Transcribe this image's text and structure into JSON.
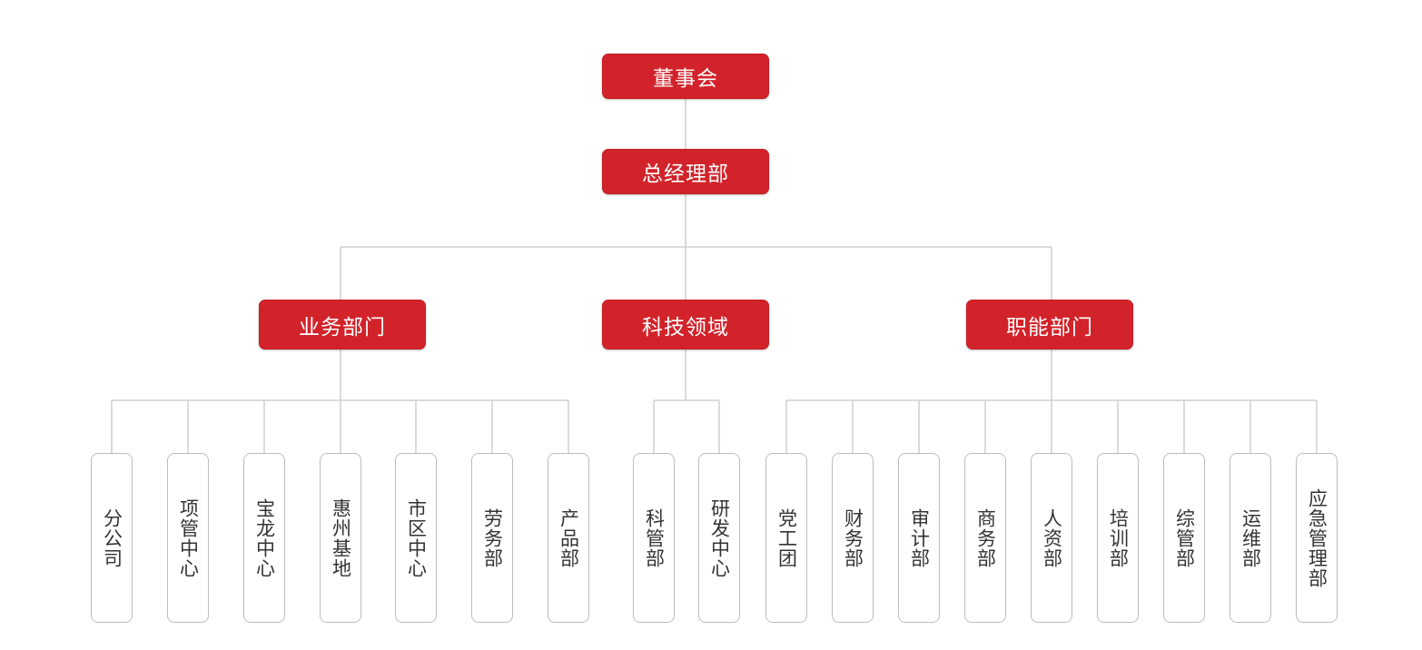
{
  "colors": {
    "accent": "#d2232a",
    "line": "#cfcfcf",
    "leaf_border": "#bdbdbd",
    "leaf_text": "#333333"
  },
  "org": {
    "board": "董事会",
    "gm_office": "总经理部",
    "divisions": [
      {
        "name": "业务部门",
        "units": [
          "分公司",
          "项管中心",
          "宝龙中心",
          "惠州基地",
          "市区中心",
          "劳务部",
          "产品部"
        ]
      },
      {
        "name": "科技领域",
        "units": [
          "科管部",
          "研发中心"
        ]
      },
      {
        "name": "职能部门",
        "units": [
          "党工团",
          "财务部",
          "审计部",
          "商务部",
          "人资部",
          "培训部",
          "综管部",
          "运维部",
          "应急管理部"
        ]
      }
    ]
  }
}
